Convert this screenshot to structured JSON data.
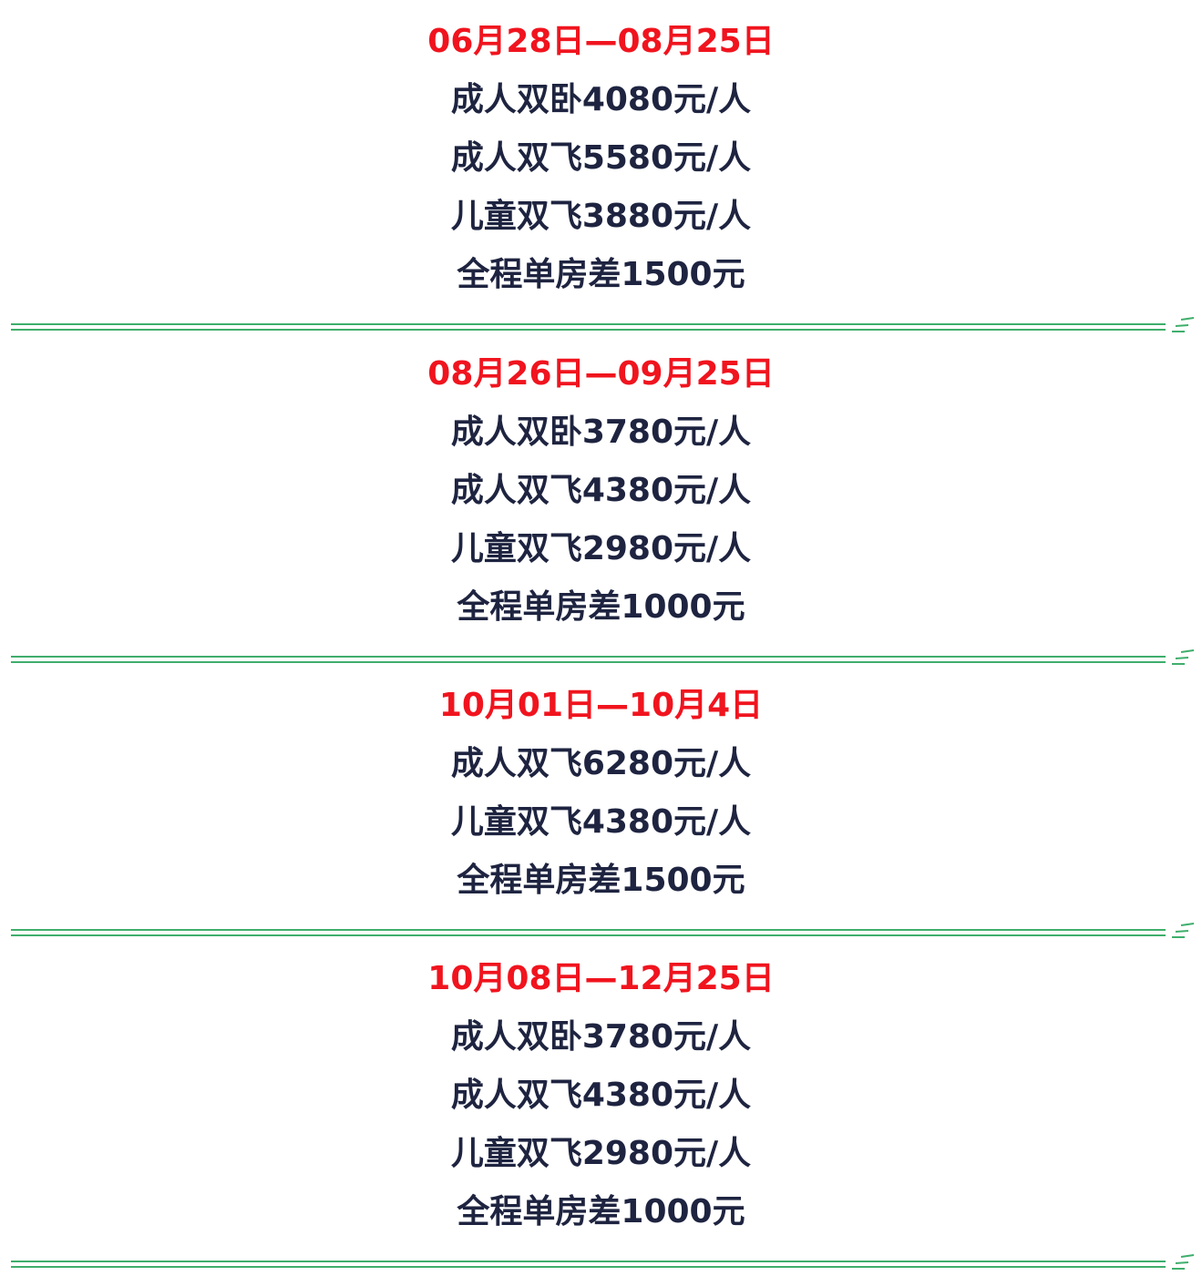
{
  "colors": {
    "date_text": "#f0141e",
    "price_text": "#1e2440",
    "divider": "#3fae6c"
  },
  "sections": [
    {
      "date_range": "06月28日—08月25日",
      "lines": [
        "成人双卧4080元/人",
        "成人双飞5580元/人",
        "儿童双飞3880元/人",
        "全程单房差1500元"
      ]
    },
    {
      "date_range": "08月26日—09月25日",
      "lines": [
        "成人双卧3780元/人",
        "成人双飞4380元/人",
        "儿童双飞2980元/人",
        "全程单房差1000元"
      ]
    },
    {
      "date_range": "10月01日—10月4日",
      "lines": [
        "成人双飞6280元/人",
        "儿童双飞4380元/人",
        "全程单房差1500元"
      ]
    },
    {
      "date_range": "10月08日—12月25日",
      "lines": [
        "成人双卧3780元/人",
        "成人双飞4380元/人",
        "儿童双飞2980元/人",
        "全程单房差1000元"
      ]
    }
  ],
  "divider_icon": "double-line-divider-icon"
}
